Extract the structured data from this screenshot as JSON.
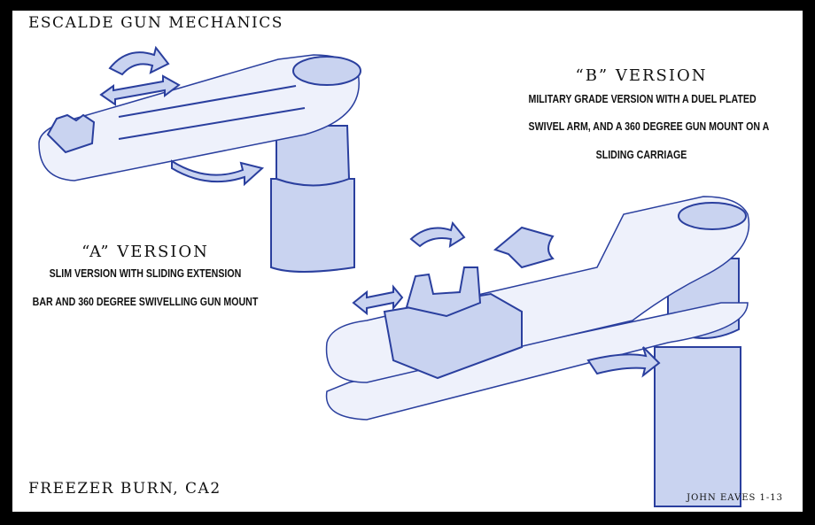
{
  "title": "ESCALDE GUN MECHANICS",
  "location": "FREEZER BURN, CA2",
  "credit": "JOHN EAVES 1-13",
  "version_a": {
    "heading": "“A” VERSION",
    "lines": [
      "SLIM VERSION WITH SLIDING EXTENSION",
      "BAR AND 360 DEGREE SWIVELLING GUN MOUNT"
    ]
  },
  "version_b": {
    "heading": "“B” VERSION",
    "lines": [
      "MILITARY GRADE VERSION WITH A DUEL PLATED",
      "SWIVEL ARM, AND A 360 DEGREE GUN MOUNT ON A",
      "SLIDING CARRIAGE"
    ]
  },
  "colors": {
    "ink": "#2a3f9e",
    "border": "#000000"
  }
}
